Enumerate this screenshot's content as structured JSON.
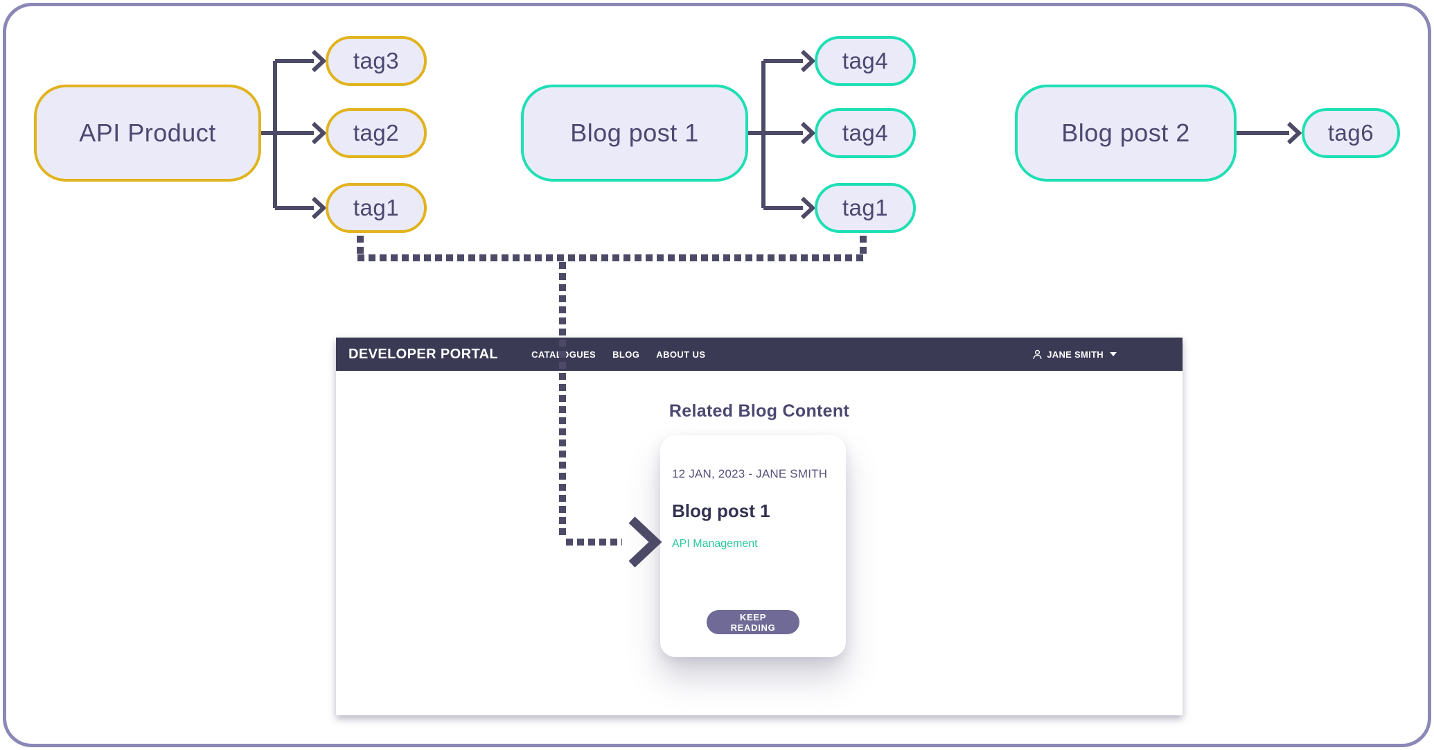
{
  "colors": {
    "outer_border": "#8B87B7",
    "connector": "#4D4A68",
    "node_fill": "#EAEAF8",
    "node_text": "#4B4870",
    "yellow_accent": "#E1B31F",
    "teal_accent": "#1FDFB4",
    "header_bg": "#3A3A55",
    "button_bg": "#6F6B96",
    "tag_link_color": "#2BC79F"
  },
  "diagram": {
    "nodes": [
      {
        "label": "API Product",
        "accent": "yellow"
      },
      {
        "label": "tag3",
        "accent": "yellow"
      },
      {
        "label": "tag2",
        "accent": "yellow"
      },
      {
        "label": "tag1",
        "accent": "yellow"
      },
      {
        "label": "Blog post 1",
        "accent": "teal"
      },
      {
        "label": "tag4",
        "accent": "teal"
      },
      {
        "label": "tag4",
        "accent": "teal"
      },
      {
        "label": "tag1",
        "accent": "teal"
      },
      {
        "label": "Blog post 2",
        "accent": "teal"
      },
      {
        "label": "tag6",
        "accent": "teal"
      }
    ]
  },
  "portal": {
    "header": {
      "brand": "DEVELOPER PORTAL",
      "nav": [
        {
          "label": "CATALOGUES"
        },
        {
          "label": "BLOG"
        },
        {
          "label": "ABOUT US"
        }
      ],
      "user": {
        "name": "JANE SMITH",
        "icon": "person-icon",
        "caret": "chevron-down-icon"
      }
    },
    "section_title": "Related Blog Content",
    "card": {
      "meta": "12 JAN, 2023 - JANE SMITH",
      "title": "Blog post 1",
      "tag": "API Management",
      "cta": "KEEP READING"
    }
  }
}
